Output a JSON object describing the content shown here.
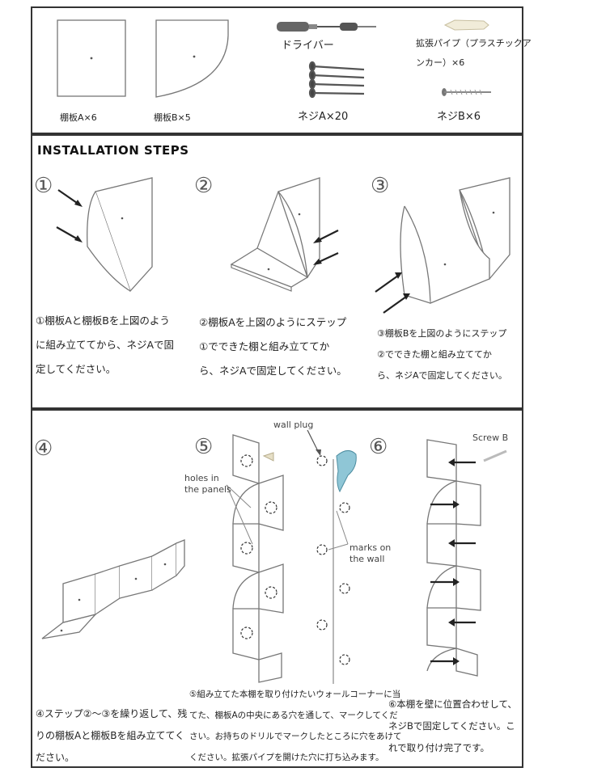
{
  "parts": {
    "shelf_a": "棚板A×6",
    "shelf_b": "棚板B×5",
    "driver": "ドライバー",
    "anchor_line1": "拡張パイプ（プラスチックア",
    "anchor_line2": "ンカー）×6",
    "screw_a": "ネジA×20",
    "screw_b": "ネジB×6"
  },
  "header": "INSTALLATION STEPS",
  "steps": [
    {
      "number": "①",
      "lines": [
        "①棚板Aと棚板Bを上図のよう",
        "に組み立ててから、ネジAで固",
        "定してください。"
      ]
    },
    {
      "number": "②",
      "lines": [
        "②棚板Aを上図のようにステップ",
        "①でできた棚と組み立ててか",
        "ら、ネジAで固定してください。"
      ]
    },
    {
      "number": "③",
      "lines": [
        "③棚板Bを上図のようにステップ",
        "②でできた棚と組み立ててか",
        "ら、ネジAで固定してください。"
      ]
    },
    {
      "number": "④",
      "lines": [
        "④ステップ②～③を繰り返して、残",
        "りの棚板Aと棚板Bを組み立ててく",
        "ださい。"
      ]
    },
    {
      "number": "⑤",
      "lines": [
        "⑤組み立てた本棚を取り付けたいウォールコーナーに当",
        "てた、棚板Aの中央にある穴を通して、マークしてくだ",
        "さい。お持ちのドリルでマークしたところに穴をあけて",
        "ください。拡張パイプを開けた穴に打ち込みます。"
      ]
    },
    {
      "number": "⑥",
      "lines": [
        "⑥本棚を壁に位置合わせして、",
        "ネジBで固定してください。こ",
        "れで取り付け完了です。"
      ]
    }
  ],
  "annotations": {
    "wall_plug": "wall plug",
    "holes_line1": "holes in",
    "holes_line2": "the panels",
    "marks_line1": "marks on",
    "marks_line2": "the wall",
    "screw_b": "Screw B"
  }
}
